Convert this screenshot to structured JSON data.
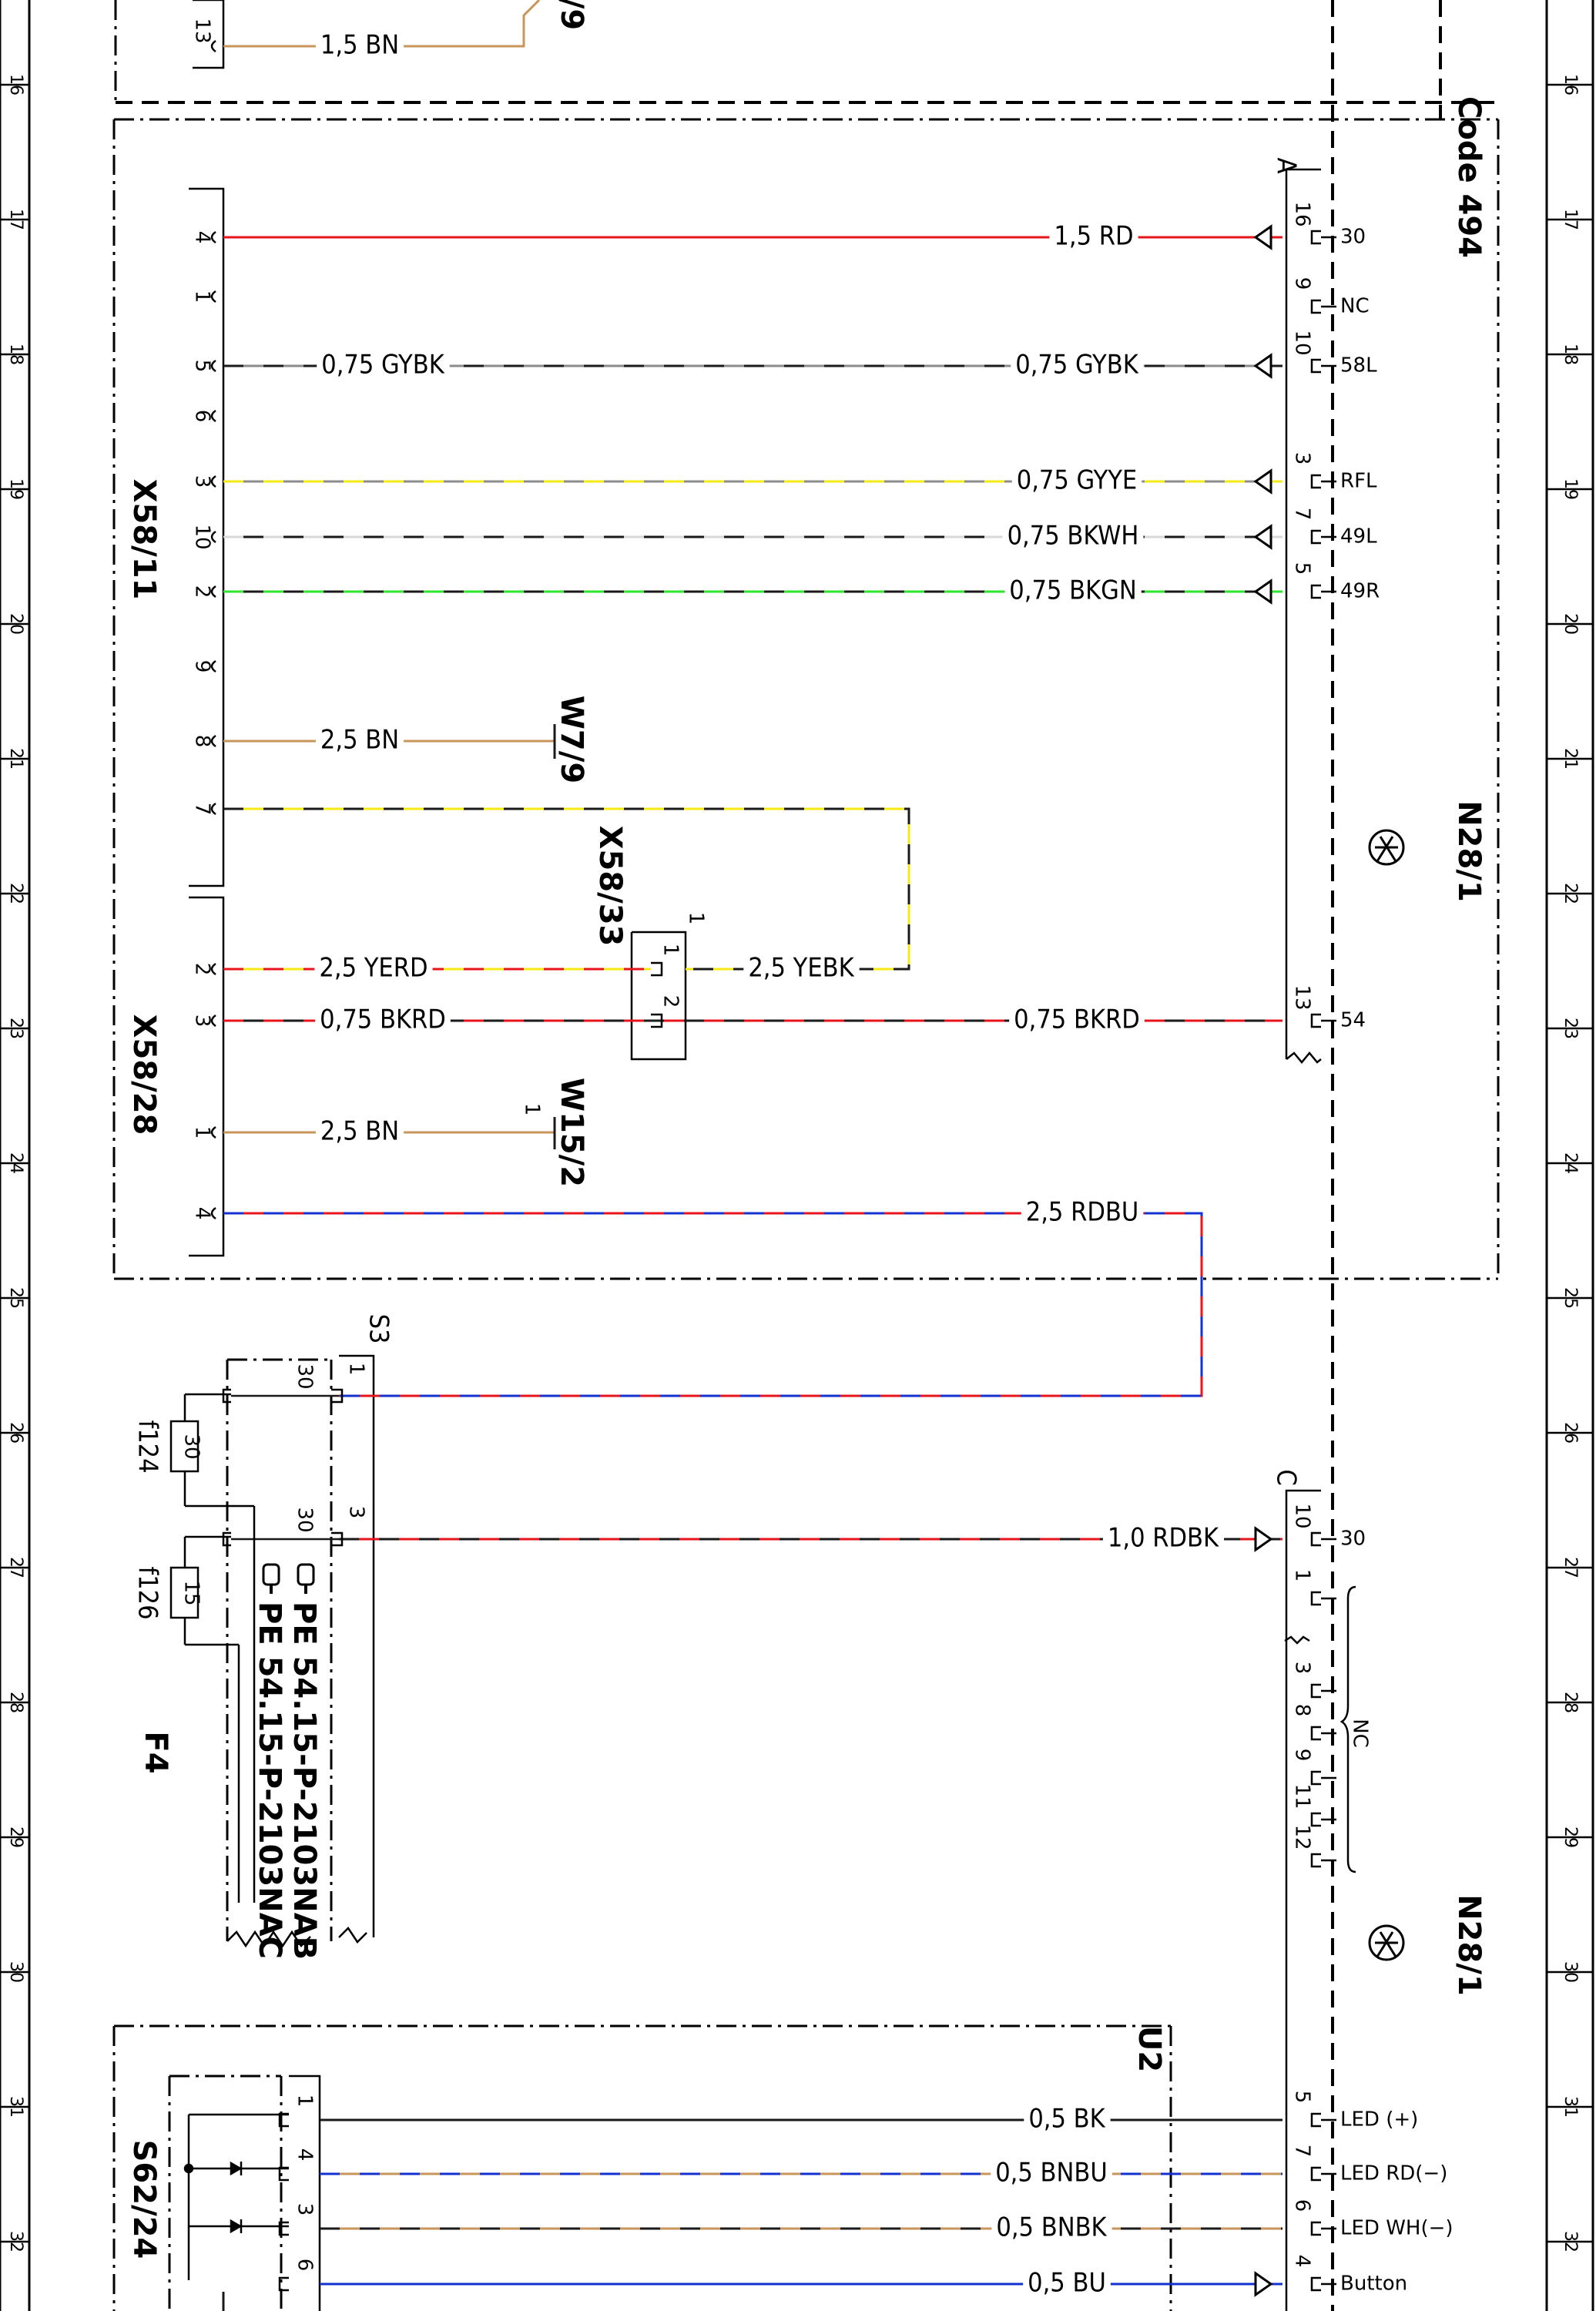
{
  "ruler_rows": [
    "16",
    "17",
    "18",
    "19",
    "20",
    "21",
    "22",
    "23",
    "24",
    "25",
    "26",
    "27",
    "28",
    "29",
    "30",
    "31",
    "32"
  ],
  "colors": {
    "RD": "#e8141c",
    "GY": "#8c8c8c",
    "YE": "#f5ea14",
    "BK": "#1a1a1a",
    "GN": "#2ee62e",
    "BN": "#c8965a",
    "BU": "#1431d2",
    "WH": "#d8d8d8"
  },
  "boxes": {
    "code_label": "Code 494",
    "n28_top": "N28/1",
    "n28_bottom": "N28/1",
    "u2": "U2",
    "s3": "S3",
    "f4": "F4"
  },
  "connectors": {
    "x58_11": "X58/11",
    "x58_28": "X58/28",
    "x58_33": "X58/33",
    "s62_24": "S62/24",
    "w7_9": "W7/9",
    "w15_2": "W15/2",
    "plug_a": "A",
    "plug_c": "C",
    "x58_33_pin_label": "1",
    "w15_2_pin_label": "1"
  },
  "fuses": {
    "f124": "f124",
    "f124_value": "30",
    "f126": "f126",
    "f126_value": "15"
  },
  "notes": [
    "PE 54.15-P-2103NAB",
    "PE 54.15-P-2103NAC"
  ],
  "wires": {
    "top_bn": "1,5 BN",
    "top_bn_partial": "1,5 BN",
    "top_w79_partial": "/9",
    "rd_30": "1,5 RD",
    "gybk_left": "0,75 GYBK",
    "gybk_right": "0,75 GYBK",
    "gyye": "0,75 GYYE",
    "bkwh": "0,75 BKWH",
    "bkgn": "0,75 BKGN",
    "bn_w79": "2,5 BN",
    "yerd": "2,5 YERD",
    "yebk": "2,5 YEBK",
    "bkrd_left": "0,75 BKRD",
    "bkrd_right": "0,75 BKRD",
    "bn_w152": "2,5 BN",
    "rdbu": "2,5 RDBU",
    "rdbk": "1,0 RDBK",
    "bk_led": "0,5 BK",
    "bnbu": "0,5 BNBU",
    "bnbk": "0,5 BNBK",
    "bu_button": "0,5 BU"
  },
  "pins": {
    "x58_11": [
      "4",
      "1",
      "5",
      "6",
      "3",
      "10",
      "2",
      "9",
      "8",
      "7"
    ],
    "x58_28": [
      "2",
      "3",
      "1",
      "4"
    ],
    "x58_33": [
      "1",
      "2"
    ],
    "s3": [
      "30",
      "1",
      "30",
      "3"
    ],
    "n28_a": [
      "16",
      "9",
      "10",
      "3",
      "7",
      "5",
      "13"
    ],
    "n28_c": [
      "10",
      "1",
      "3",
      "8",
      "9",
      "11",
      "12"
    ],
    "u2": [
      "5",
      "7",
      "6",
      "4"
    ],
    "s62": [
      "1",
      "4",
      "3",
      "6"
    ],
    "top_13": "13"
  },
  "signals": {
    "a_30": "30",
    "a_nc": "NC",
    "a_58l": "58L",
    "a_rfl": "RFL",
    "a_49l": "49L",
    "a_49r": "49R",
    "a_54": "54",
    "c_30": "30",
    "c_nc": "NC",
    "led_plus": "LED (+)",
    "led_rd": "LED RD(−)",
    "led_wh": "LED WH(−)",
    "button": "Button"
  }
}
